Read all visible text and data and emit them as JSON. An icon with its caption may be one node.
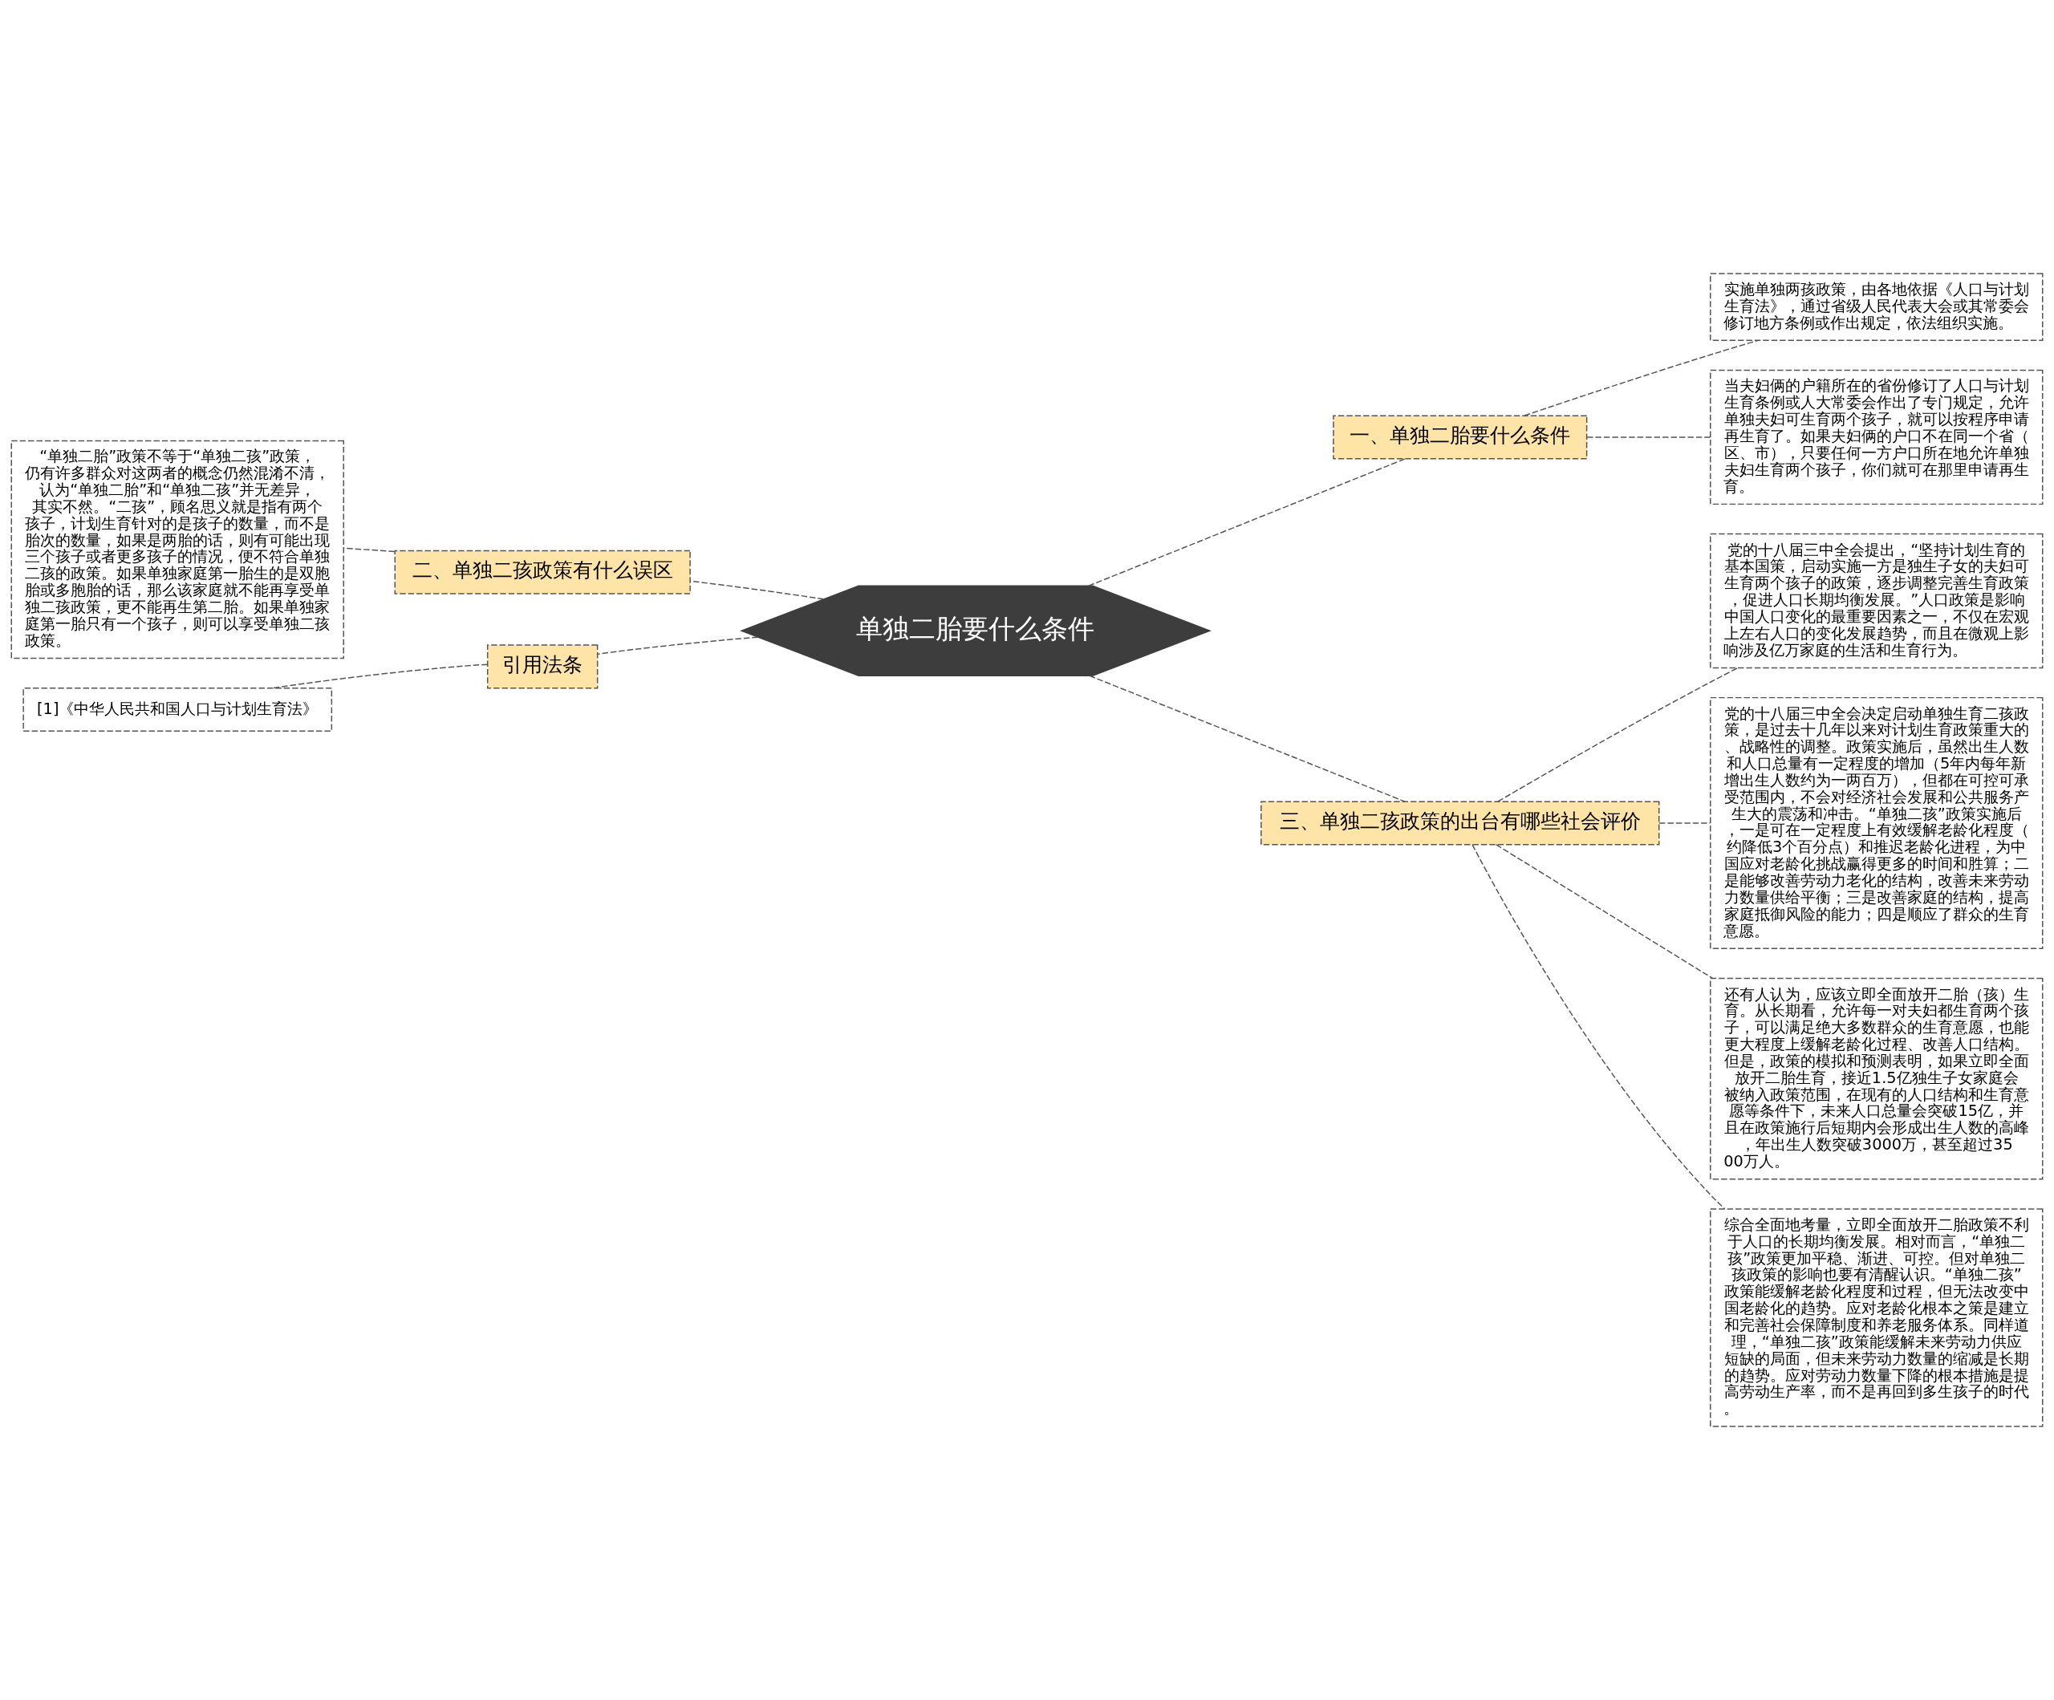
{
  "diagram": {
    "nodes": [
      {
        "text": [
          "单独二胎要什么条件"
        ]
      },
      {
        "text": [
          "一、单独二胎要什么条件"
        ]
      },
      {
        "text": [
          "实施单独两孩政策，由各地依据《人口与计划生育法》，通过省级人民代表大会或其常委会修订地方条例或作出规定，依法组织实施。"
        ]
      },
      {
        "text": [
          "当夫妇俩的户籍所在的省份修订了人口与计划生育条例或人大常委会作出了专门规定，允许单独夫妇可生育两个孩子，就可以按程序申请再生育了。如果夫妇俩的户口不在同一个省（区、市），只要任何一方户口所在地允许单独夫妇生育两个孩子，你们就可在那里申请再生育。"
        ]
      },
      {
        "text": [
          "二、单独二孩政策有什么误区"
        ]
      },
      {
        "text": [
          "“单独二胎”政策不等于“单独二孩”政策，仍有许多群众对这两者的概念仍然混淆不清，认为“单独二胎”和“单独二孩”并无差异，其实不然。“二孩”，顾名思义就是指有两个孩子，计划生育针对的是孩子的数量，而不是胎次的数量，如果是两胎的话，则有可能出现三个孩子或者更多孩子的情况，便不符合单独二孩的政策。如果单独家庭第一胎生的是双胞胎或多胞胎的话，那么该家庭就不能再享受单独二孩政策，更不能再生第二胎。如果单独家庭第一胎只有一个孩子，则可以享受单独二孩政策。"
        ]
      },
      {
        "text": [
          "引用法条"
        ]
      },
      {
        "text": [
          "[1]《中华人民共和国人口与计划生育法》"
        ]
      },
      {
        "text": [
          "三、单独二孩政策的出台有哪些社会评价"
        ]
      },
      {
        "text": [
          "党的十八届三中全会提出，“坚持计划生育的基本国策，启动实施一方是独生子女的夫妇可生育两个孩子的政策，逐步调整完善生育政策，促进人口长期均衡发展。”人口政策是影响中国人口变化的最重要因素之一，不仅在宏观上左右人口的变化发展趋势，而且在微观上影响涉及亿万家庭的生活和生育行为。"
        ]
      },
      {
        "text": [
          "党的十八届三中全会决定启动单独生育二孩政策，是过去十几年以来对计划生育政策重大的、战略性的调整。政策实施后，虽然出生人数和人口总量有一定程度的增加（5年内每年新增出生人数约为一两百万），但都在可控可承受范围内，不会对经济社会发展和公共服务产生大的震荡和冲击。“单独二孩”政策实施后，一是可在一定程度上有效缓解老龄化程度（约降低3个百分点）和推迟老龄化进程，为中国应对老龄化挑战赢得更多的时间和胜算；二是能够改善劳动力老化的结构，改善未来劳动力数量供给平衡；三是改善家庭的结构，提高家庭抵御风险的能力；四是顺应了群众的生育意愿。"
        ]
      },
      {
        "text": [
          "还有人认为，应该立即全面放开二胎（孩）生育。从长期看，允许每一对夫妇都生育两个孩子，可以满足绝大多数群众的生育意愿，也能更大程度上缓解老龄化过程、改善人口结构。但是，政策的模拟和预测表明，如果立即全面放开二胎生育，接近1.5亿独生子女家庭会被纳入政策范围，在现有的人口结构和生育意愿等条件下，未来人口总量会突破15亿，并且在政策施行后短期内会形成出生人数的高峰，年出生人数突破3000万，甚至超过3500万人。"
        ]
      },
      {
        "text": [
          "综合全面地考量，立即全面放开二胎政策不利于人口的长期均衡发展。相对而言，“单独二孩”政策更加平稳、渐进、可控。但对单独二孩政策的影响也要有清醒认识。“单独二孩”政策能缓解老龄化程度和过程，但无法改变中国老龄化的趋势。应对老龄化根本之策是建立和完善社会保障制度和养老服务体系。同样道理，“单独二孩”政策能缓解未来劳动力供应短缺的局面，但未来劳动力数量的缩减是长期的趋势。应对劳动力数量下降的根本措施是提高劳动生产率，而不是再回到多生孩子的时代。"
        ]
      }
    ],
    "edges": [
      {
        "from": 0,
        "to": 1,
        "arrow": "none",
        "style": "dashed"
      },
      {
        "from": 1,
        "to": 2,
        "arrow": "none",
        "style": "dashed"
      },
      {
        "from": 1,
        "to": 3,
        "arrow": "none",
        "style": "dashed"
      },
      {
        "from": 0,
        "to": 4,
        "arrow": "none",
        "style": "dashed"
      },
      {
        "from": 4,
        "to": 5,
        "arrow": "none",
        "style": "dashed"
      },
      {
        "from": 0,
        "to": 6,
        "arrow": "none",
        "style": "dashed"
      },
      {
        "from": 6,
        "to": 7,
        "arrow": "none",
        "style": "dashed"
      },
      {
        "from": 0,
        "to": 8,
        "arrow": "none",
        "style": "dashed"
      },
      {
        "from": 8,
        "to": 9,
        "arrow": "none",
        "style": "dashed"
      },
      {
        "from": 8,
        "to": 10,
        "arrow": "none",
        "style": "dashed"
      },
      {
        "from": 8,
        "to": 11,
        "arrow": "none",
        "style": "dashed"
      },
      {
        "from": 8,
        "to": 12,
        "arrow": "none",
        "style": "dashed"
      }
    ]
  }
}
